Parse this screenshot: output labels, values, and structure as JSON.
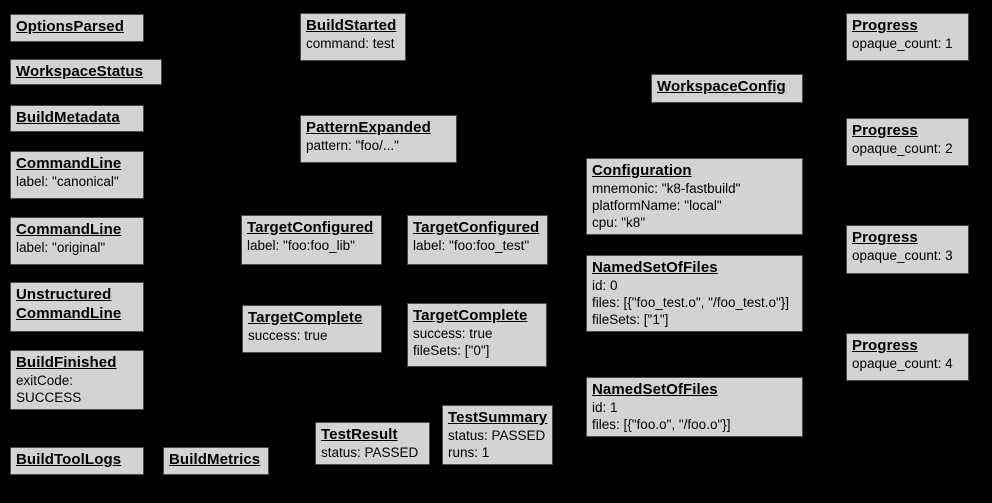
{
  "colors": {
    "background": "#000000",
    "node_fill": "#d3d3d3",
    "node_border": "#4a4a4a",
    "text": "#000000"
  },
  "nodes": [
    {
      "title": "OptionsParsed",
      "body": ""
    },
    {
      "title": "WorkspaceStatus",
      "body": ""
    },
    {
      "title": "BuildMetadata",
      "body": ""
    },
    {
      "title": "CommandLine",
      "body": "label: \"canonical\""
    },
    {
      "title": "CommandLine",
      "body": "label: \"original\""
    },
    {
      "title": "Unstructured\nCommandLine",
      "body": ""
    },
    {
      "title": "BuildFinished",
      "body": "exitCode: SUCCESS"
    },
    {
      "title": "BuildToolLogs",
      "body": ""
    },
    {
      "title": "BuildMetrics",
      "body": ""
    },
    {
      "title": "BuildStarted",
      "body": "command: test"
    },
    {
      "title": "PatternExpanded",
      "body": "pattern: \"foo/...\""
    },
    {
      "title": "TargetConfigured",
      "body": "label: \"foo:foo_lib\""
    },
    {
      "title": "TargetConfigured",
      "body": "label: \"foo:foo_test\""
    },
    {
      "title": "TargetComplete",
      "body": "success: true"
    },
    {
      "title": "TargetComplete",
      "body": "success: true\nfileSets: [\"0\"]"
    },
    {
      "title": "TestResult",
      "body": "status: PASSED"
    },
    {
      "title": "TestSummary",
      "body": "status: PASSED\nruns: 1"
    },
    {
      "title": "WorkspaceConfig",
      "body": ""
    },
    {
      "title": "Configuration",
      "body": "mnemonic: \"k8-fastbuild\"\nplatformName: \"local\"\ncpu: \"k8\""
    },
    {
      "title": "NamedSetOfFiles",
      "body": "id: 0\nfiles: [{\"foo_test.o\", \"/foo_test.o\"}]\nfileSets: [\"1\"]"
    },
    {
      "title": "NamedSetOfFiles",
      "body": "id: 1\nfiles: [{\"foo.o\", \"/foo.o\"}]"
    },
    {
      "title": "Progress",
      "body": "opaque_count: 1"
    },
    {
      "title": "Progress",
      "body": "opaque_count: 2"
    },
    {
      "title": "Progress",
      "body": "opaque_count: 3"
    },
    {
      "title": "Progress",
      "body": "opaque_count: 4"
    }
  ]
}
